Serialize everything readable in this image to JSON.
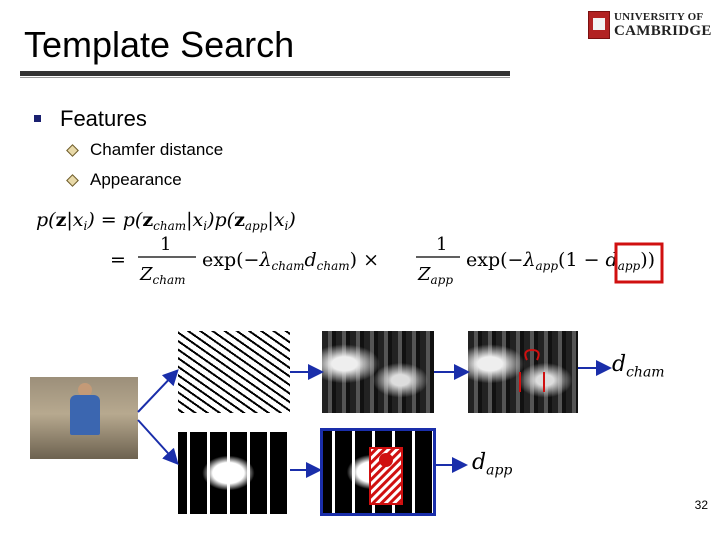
{
  "slide": {
    "title": "Template Search",
    "logo": {
      "line1": "UNIVERSITY OF",
      "line2": "CAMBRIDGE"
    },
    "bullet": "Features",
    "sub_bullets": [
      "Chamfer distance",
      "Appearance"
    ],
    "labels": {
      "d_cham": "cham",
      "d_app": "app"
    },
    "page_number": "32"
  }
}
